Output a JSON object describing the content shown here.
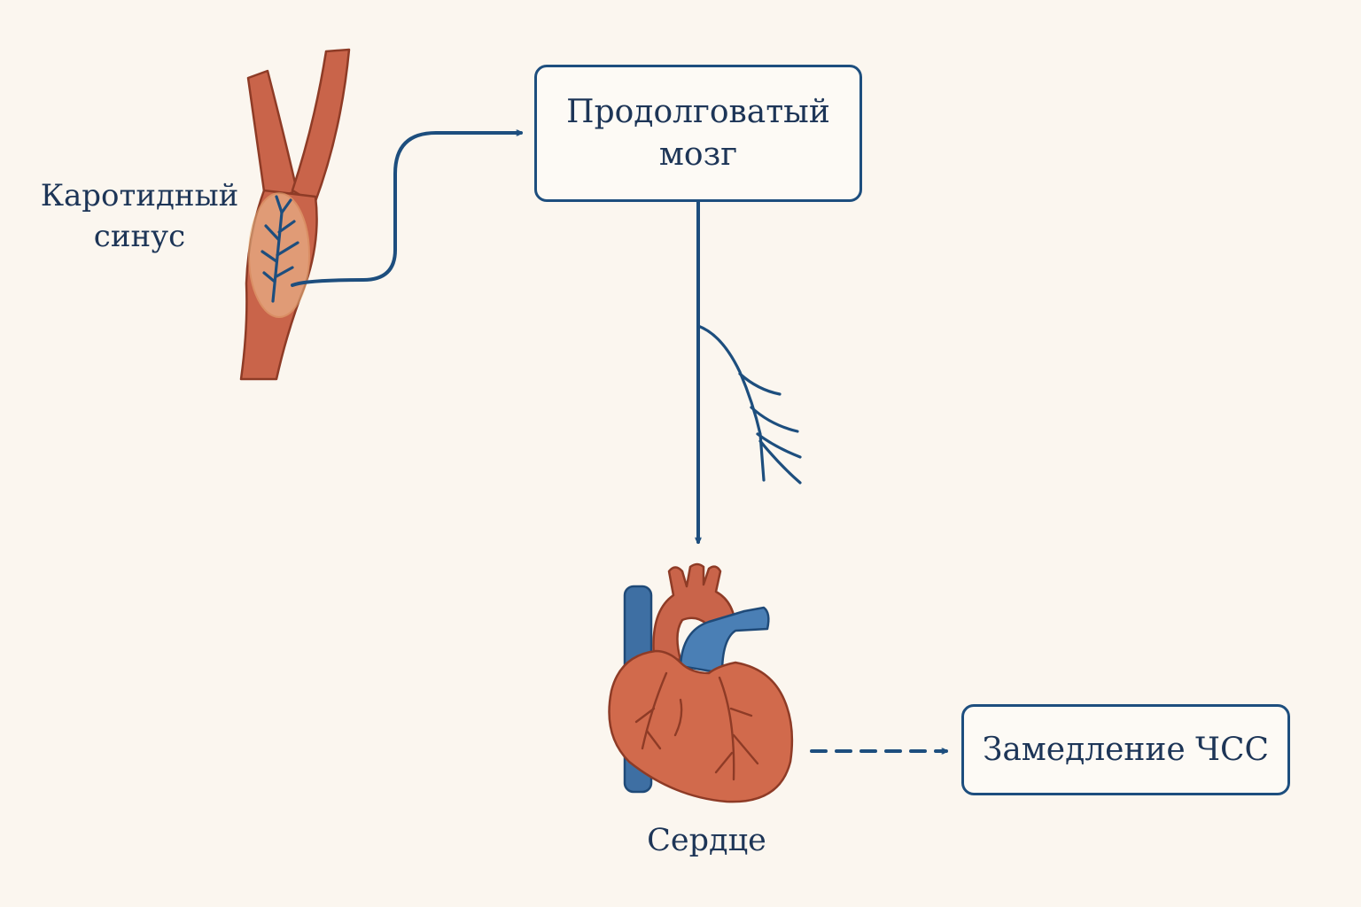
{
  "nodes": {
    "carotid_sinus": {
      "label_lines": [
        "Каротидный",
        "синус"
      ]
    },
    "medulla": {
      "label_lines": [
        "Продолговатый",
        "мозг"
      ]
    },
    "heart": {
      "label": "Сердце"
    },
    "result": {
      "label": "Замедление ЧСС"
    }
  },
  "edges": [
    {
      "from": "carotid_sinus",
      "to": "medulla",
      "style": "solid"
    },
    {
      "from": "medulla",
      "to": "heart",
      "style": "solid"
    },
    {
      "from": "heart",
      "to": "result",
      "style": "dashed"
    }
  ],
  "colors": {
    "background": "#fbf6ef",
    "nerve": "#1d4e7e",
    "text": "#1d3557",
    "artery": "#c9644a",
    "artery_outline": "#8e3b26",
    "vein": "#3e6fa3",
    "sinus_glow": "#f4c99a"
  }
}
